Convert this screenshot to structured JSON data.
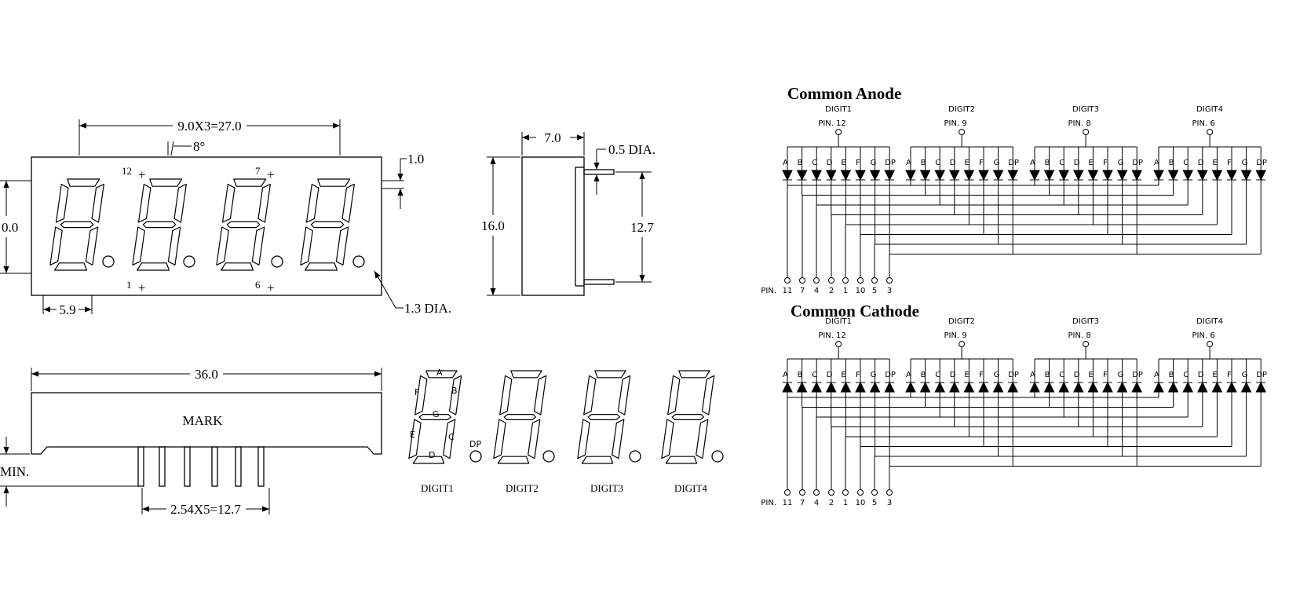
{
  "front_view": {
    "dim_pitch": "9.0X3=27.0",
    "dim_slant": "8°",
    "dim_height": "0.0",
    "dim_digit_width": "5.9",
    "dim_dp_dia": "1.3 DIA.",
    "dim_edge": "1.0",
    "pin_12": "12",
    "pin_7": "7",
    "pin_1": "1",
    "pin_6": "6"
  },
  "side_view": {
    "dim_depth": "7.0",
    "dim_pin_dia": "0.5 DIA.",
    "dim_height": "16.0",
    "dim_pin_span": "12.7"
  },
  "bottom_view": {
    "dim_length": "36.0",
    "mark_label": "MARK",
    "dim_min": "MIN.",
    "dim_pin_pitch": "2.54X5=12.7"
  },
  "segment_diagram": {
    "segments": [
      "A",
      "B",
      "C",
      "D",
      "E",
      "F",
      "G"
    ],
    "dp_label": "DP",
    "digit_labels": [
      "DIGIT1",
      "DIGIT2",
      "DIGIT3",
      "DIGIT4"
    ]
  },
  "schematics": [
    {
      "title": "Common Anode",
      "digits": [
        {
          "label": "DIGIT1",
          "pin": "PIN. 12"
        },
        {
          "label": "DIGIT2",
          "pin": "PIN. 9"
        },
        {
          "label": "DIGIT3",
          "pin": "PIN. 8"
        },
        {
          "label": "DIGIT4",
          "pin": "PIN. 6"
        }
      ],
      "segment_labels": [
        "A",
        "B",
        "C",
        "D",
        "E",
        "F",
        "G",
        "DP"
      ],
      "bottom_prefix": "PIN.",
      "bottom_pins": [
        "11",
        "7",
        "4",
        "2",
        "1",
        "10",
        "5",
        "3"
      ]
    },
    {
      "title": "Common Cathode",
      "digits": [
        {
          "label": "DIGIT1",
          "pin": "PIN. 12"
        },
        {
          "label": "DIGIT2",
          "pin": "PIN. 9"
        },
        {
          "label": "DIGIT3",
          "pin": "PIN. 8"
        },
        {
          "label": "DIGIT4",
          "pin": "PIN. 6"
        }
      ],
      "segment_labels": [
        "A",
        "B",
        "C",
        "D",
        "E",
        "F",
        "G",
        "DP"
      ],
      "bottom_prefix": "PIN.",
      "bottom_pins": [
        "11",
        "7",
        "4",
        "2",
        "1",
        "10",
        "5",
        "3"
      ]
    }
  ]
}
